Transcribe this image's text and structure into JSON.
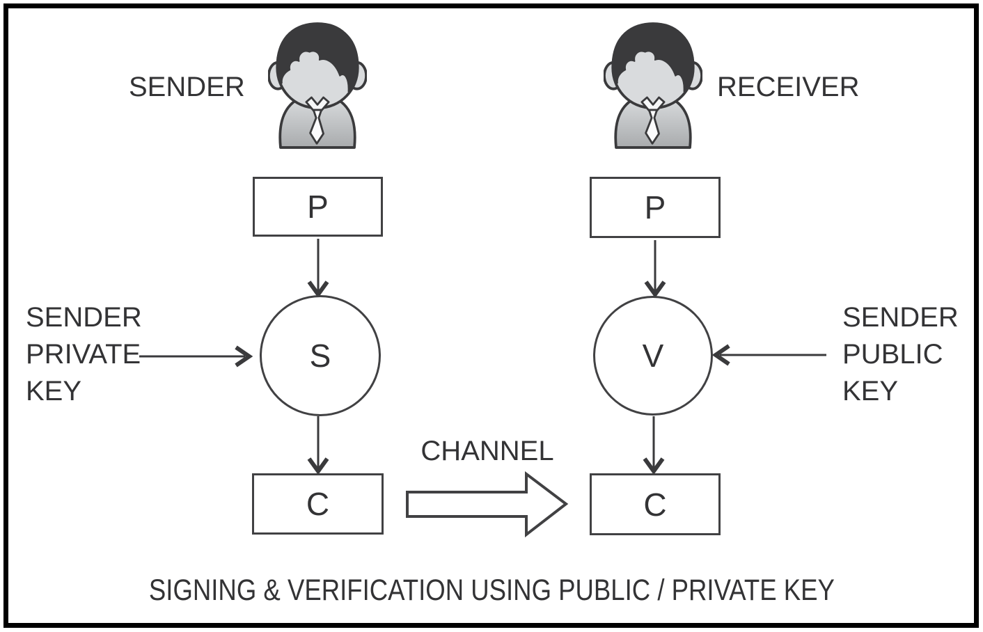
{
  "diagram": {
    "caption": "SIGNING & VERIFICATION USING PUBLIC / PRIVATE KEY",
    "sender": {
      "label": "SENDER"
    },
    "receiver": {
      "label": "RECEIVER"
    },
    "left": {
      "plaintext_box": "P",
      "sign_circle": "S",
      "cipher_box": "C",
      "key_label_lines": [
        "SENDER",
        "PRIVATE",
        "KEY"
      ]
    },
    "right": {
      "plaintext_box": "P",
      "verify_circle": "V",
      "cipher_box": "C",
      "key_label_lines": [
        "SENDER",
        "PUBLIC",
        "KEY"
      ]
    },
    "channel": {
      "label": "CHANNEL"
    }
  },
  "icons": {
    "sender_icon": "person-icon",
    "receiver_icon": "person-icon"
  },
  "colors": {
    "ink": "#333335",
    "shape_stroke": "#414143",
    "frame": "#000000",
    "face": "#d9dbdd",
    "hair": "#3a3a3c",
    "body_light": "#dde0e2",
    "body_dark": "#a9abad",
    "background": "#ffffff"
  }
}
